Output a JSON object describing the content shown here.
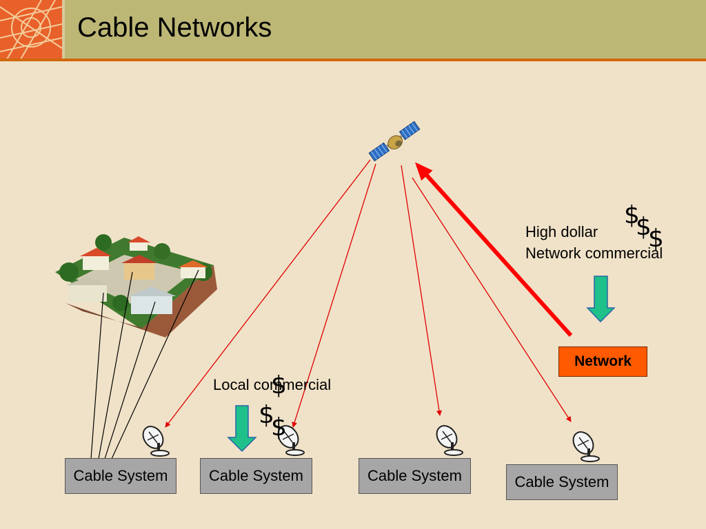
{
  "slide": {
    "title": "Cable Networks"
  },
  "labels": {
    "high_dollar": "High dollar",
    "network_commercial": "Network commercial",
    "local_commercial": "Local commercial",
    "network": "Network"
  },
  "cable_systems": [
    {
      "label": "Cable System"
    },
    {
      "label": "Cable System"
    },
    {
      "label": "Cable System"
    },
    {
      "label": "Cable System"
    }
  ],
  "dollar_sign": "$",
  "colors": {
    "background": "#F0E2C8",
    "header": "#BDB776",
    "header_rule": "#D0680E",
    "network_box": "#FF5A00",
    "cable_box": "#A6A6A6",
    "signal_line": "#E00000",
    "down_arrow": "#1FC08A"
  },
  "icons": [
    "satellite-icon",
    "satellite-dish-icon",
    "house-neighborhood-illustration",
    "decorative-logo"
  ]
}
